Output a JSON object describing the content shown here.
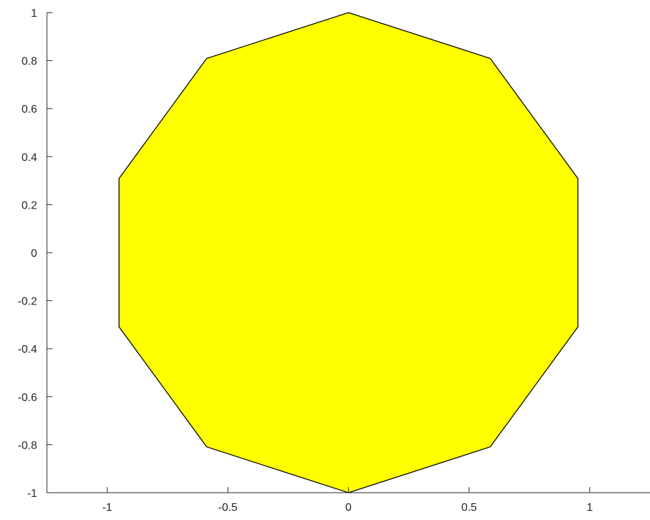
{
  "chart_data": {
    "type": "polygon",
    "title": "",
    "xlabel": "",
    "ylabel": "",
    "xlim": [
      -1.25,
      1.25
    ],
    "ylim": [
      -1,
      1
    ],
    "xticks": [
      -1,
      -0.5,
      0,
      0.5,
      1
    ],
    "xtick_labels": [
      "-1",
      "-0.5",
      "0",
      "0.5",
      "1"
    ],
    "yticks": [
      -1,
      -0.8,
      -0.6,
      -0.4,
      -0.2,
      0,
      0.2,
      0.4,
      0.6,
      0.8,
      1
    ],
    "ytick_labels": [
      "-1",
      "-0.8",
      "-0.6",
      "-0.4",
      "-0.2",
      "0",
      "0.2",
      "0.4",
      "0.6",
      "0.8",
      "1"
    ],
    "grid": false,
    "legend": "none",
    "box": "off",
    "series": [
      {
        "shape": "decagon",
        "fill_color": "#ffff00",
        "edge_color": "#000000",
        "x": [
          0,
          0.5878,
          0.9511,
          0.9511,
          0.5878,
          0,
          -0.5878,
          -0.9511,
          -0.9511,
          -0.5878
        ],
        "y": [
          1,
          0.809,
          0.309,
          -0.309,
          -0.809,
          -1,
          -0.809,
          -0.309,
          0.309,
          0.809
        ]
      }
    ]
  },
  "colors": {
    "axis": "#262626",
    "background": "#ffffff"
  }
}
